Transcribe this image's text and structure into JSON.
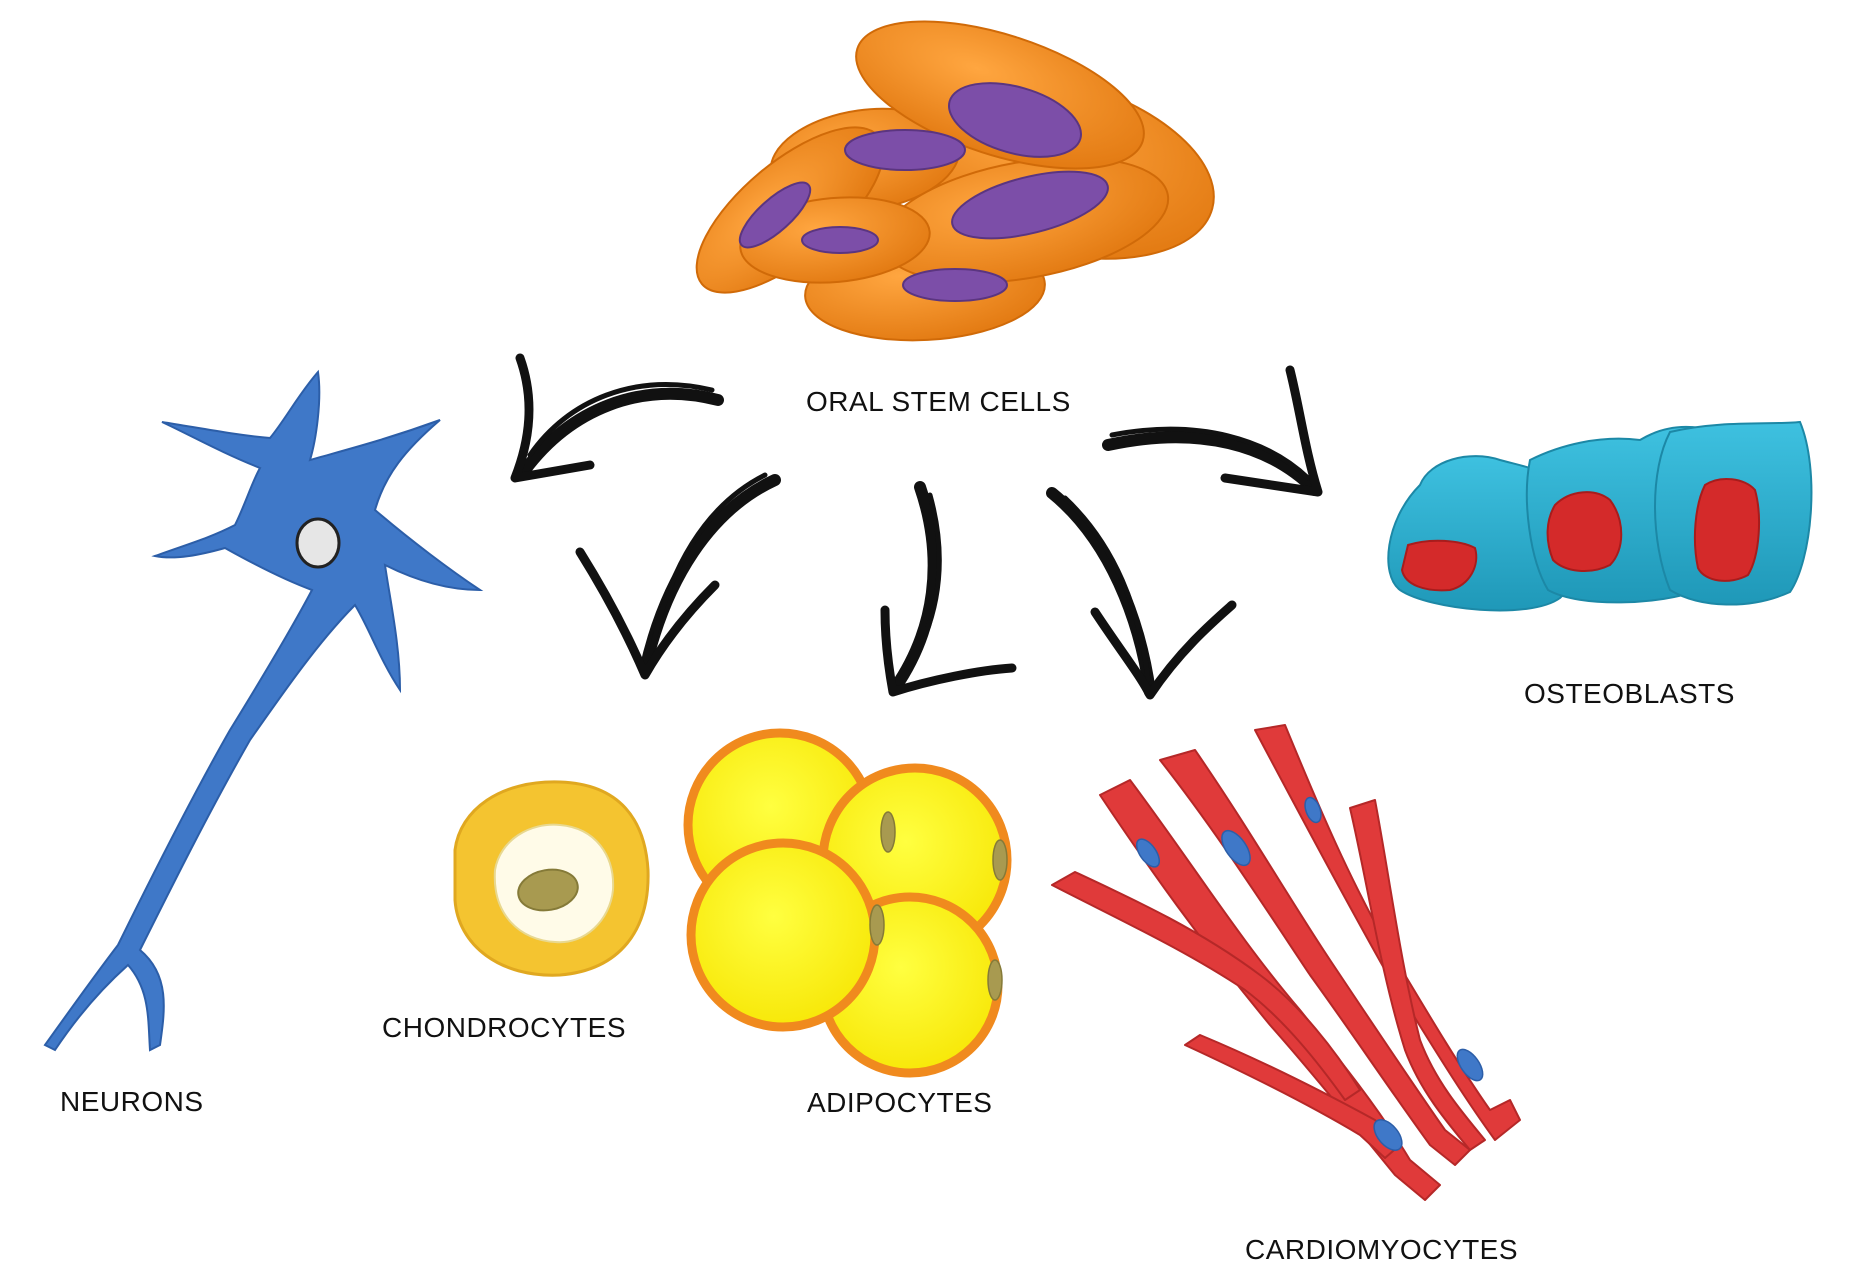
{
  "diagram": {
    "source_label": "ORAL STEM CELLS",
    "targets": {
      "neurons": "NEURONS",
      "chondrocytes": "CHONDROCYTES",
      "adipocytes": "ADIPOCYTES",
      "cardiomyocytes": "CARDIOMYOCYTES",
      "osteoblasts": "OSTEOBLASTS"
    }
  },
  "colors": {
    "stem_cell_body": "#f28a1e",
    "stem_cell_nucleus": "#7c4ea8",
    "neuron": "#3f78c8",
    "chondrocyte_outer": "#f4c430",
    "chondrocyte_nucleus": "#a89a50",
    "adipocyte_fill": "#fff200",
    "adipocyte_rim": "#f08a1e",
    "cardiomyocyte": "#e03a3a",
    "cardio_nucleus": "#3f78c8",
    "osteoblast": "#2fb0cf",
    "osteo_nucleus": "#d42a2a",
    "arrow": "#111111"
  }
}
